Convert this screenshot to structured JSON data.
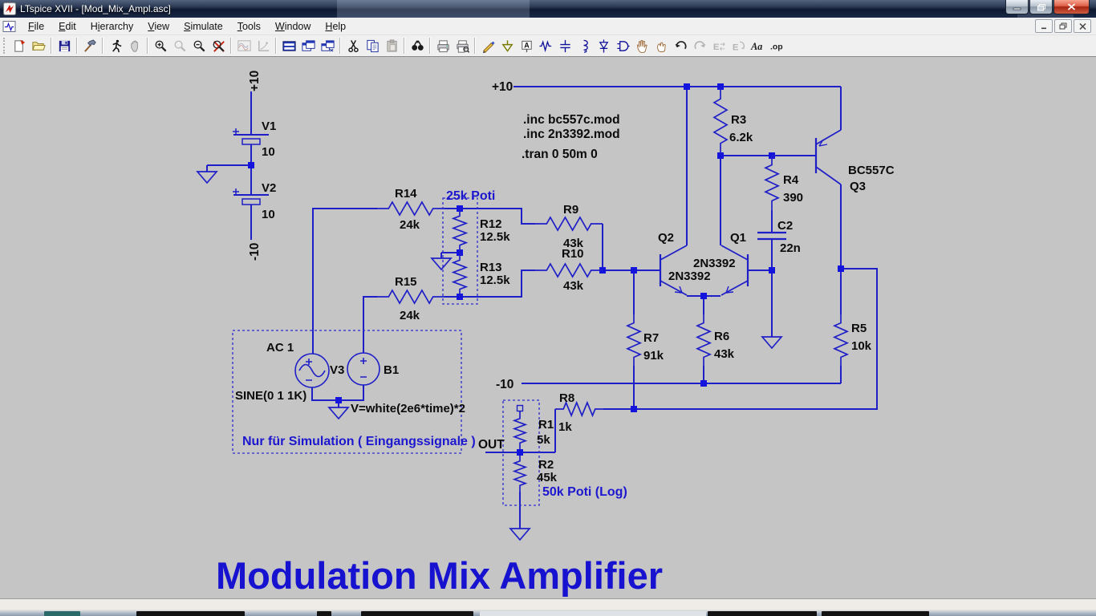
{
  "window": {
    "title": "LTspice XVII - [Mod_Mix_Ampl.asc]",
    "controls": {
      "minimize": "minimize",
      "restore": "restore",
      "close": "close"
    }
  },
  "menu": {
    "items": [
      {
        "label": "File",
        "accel": 0
      },
      {
        "label": "Edit",
        "accel": 0
      },
      {
        "label": "Hierarchy",
        "accel": 1
      },
      {
        "label": "View",
        "accel": 0
      },
      {
        "label": "Simulate",
        "accel": 0
      },
      {
        "label": "Tools",
        "accel": 0
      },
      {
        "label": "Window",
        "accel": 0
      },
      {
        "label": "Help",
        "accel": 0
      }
    ]
  },
  "toolbar": {
    "items": [
      {
        "name": "new-schematic",
        "enabled": true
      },
      {
        "name": "open",
        "enabled": true
      },
      {
        "name": "save",
        "enabled": true
      },
      {
        "name": "control-panel",
        "enabled": true
      },
      {
        "name": "run",
        "enabled": true
      },
      {
        "name": "halt",
        "enabled": false
      },
      {
        "name": "zoom-in",
        "enabled": true
      },
      {
        "name": "zoom-back",
        "enabled": false
      },
      {
        "name": "zoom-out",
        "enabled": true
      },
      {
        "name": "zoom-full-extents",
        "enabled": true
      },
      {
        "name": "autorange-y-axis",
        "enabled": false
      },
      {
        "name": "plot-settings",
        "enabled": false
      },
      {
        "name": "tile-horizontal",
        "enabled": true
      },
      {
        "name": "tile-vertical",
        "enabled": true
      },
      {
        "name": "cascade-windows",
        "enabled": true
      },
      {
        "name": "cut",
        "enabled": true
      },
      {
        "name": "copy",
        "enabled": true
      },
      {
        "name": "paste",
        "enabled": false
      },
      {
        "name": "find",
        "enabled": true
      },
      {
        "name": "print",
        "enabled": true
      },
      {
        "name": "print-preview",
        "enabled": true
      },
      {
        "name": "draw-wire",
        "enabled": true
      },
      {
        "name": "place-ground",
        "enabled": true
      },
      {
        "name": "place-label",
        "enabled": true
      },
      {
        "name": "place-resistor",
        "enabled": true
      },
      {
        "name": "place-capacitor",
        "enabled": true
      },
      {
        "name": "place-inductor",
        "enabled": true
      },
      {
        "name": "place-diode",
        "enabled": true
      },
      {
        "name": "place-component",
        "enabled": true
      },
      {
        "name": "move",
        "enabled": true
      },
      {
        "name": "drag",
        "enabled": true
      },
      {
        "name": "undo",
        "enabled": true
      },
      {
        "name": "redo",
        "enabled": false
      },
      {
        "name": "mirror",
        "enabled": false
      },
      {
        "name": "rotate",
        "enabled": false
      },
      {
        "name": "place-text",
        "enabled": true
      },
      {
        "name": "spice-directive",
        "enabled": true
      }
    ]
  },
  "schematic": {
    "colors": {
      "wire": "#1f1fc8",
      "junction": "#1414dc",
      "comment": "#1c17cf",
      "canvas": "#c5c5c5"
    },
    "nets": {
      "v1_top": "+10",
      "v2_bottom": "-10",
      "rail_plus": "+10",
      "rail_minus": "-10",
      "out": "OUT"
    },
    "directives": {
      "inc1": ".inc bc557c.mod",
      "inc2": ".inc 2n3392.mod",
      "tran": ".tran 0 50m 0"
    },
    "comments": {
      "poti25": "25k Poti",
      "poti50": "50k Poti (Log)",
      "sim_note": "Nur für Simulation ( Eingangssignale )",
      "heading": "Modulation Mix Amplifier"
    },
    "components": {
      "V1": {
        "ref": "V1",
        "value": "10"
      },
      "V2": {
        "ref": "V2",
        "value": "10"
      },
      "V3": {
        "ref": "V3",
        "value": "SINE(0 1 1K)",
        "note": "AC 1"
      },
      "B1": {
        "ref": "B1",
        "value": "V=white(2e6*time)*2"
      },
      "R1": {
        "ref": "R1",
        "value": "5k"
      },
      "R2": {
        "ref": "R2",
        "value": "45k"
      },
      "R3": {
        "ref": "R3",
        "value": "6.2k"
      },
      "R4": {
        "ref": "R4",
        "value": "390"
      },
      "R5": {
        "ref": "R5",
        "value": "10k"
      },
      "R6": {
        "ref": "R6",
        "value": "43k"
      },
      "R7": {
        "ref": "R7",
        "value": "91k"
      },
      "R8": {
        "ref": "R8",
        "value": "1k"
      },
      "R9": {
        "ref": "R9",
        "value": "43k"
      },
      "R10": {
        "ref": "R10",
        "value": "43k"
      },
      "R12": {
        "ref": "R12",
        "value": "12.5k"
      },
      "R13": {
        "ref": "R13",
        "value": "12.5k"
      },
      "R14": {
        "ref": "R14",
        "value": "24k"
      },
      "R15": {
        "ref": "R15",
        "value": "24k"
      },
      "C2": {
        "ref": "C2",
        "value": "22n"
      },
      "Q1": {
        "ref": "Q1",
        "value": "2N3392"
      },
      "Q2": {
        "ref": "Q2",
        "value": "2N3392"
      },
      "Q3": {
        "ref": "Q3",
        "value": "BC557C"
      }
    }
  }
}
